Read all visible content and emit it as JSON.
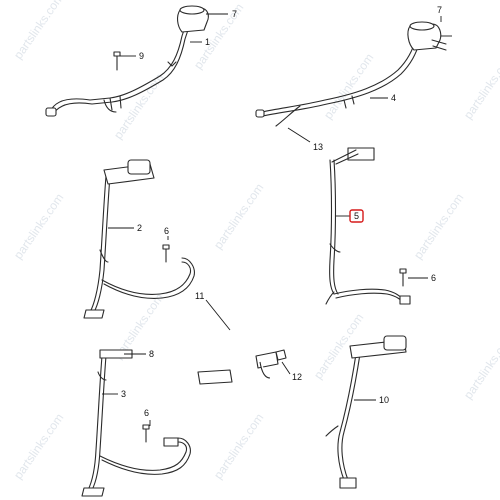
{
  "watermark": "partslinks.com",
  "callouts": {
    "c1": "1",
    "c2": "2",
    "c3": "3",
    "c4": "4",
    "c5": "5",
    "c6a": "6",
    "c6b": "6",
    "c6c": "6",
    "c7a": "7",
    "c7b": "7",
    "c8": "8",
    "c9": "9",
    "c10": "10",
    "c11": "11",
    "c12": "12",
    "c13": "13"
  },
  "highlighted_callout": "5",
  "colors": {
    "line": "#2b2b2b",
    "highlight": "#d61a1a",
    "watermark": "#c9d3dd"
  }
}
